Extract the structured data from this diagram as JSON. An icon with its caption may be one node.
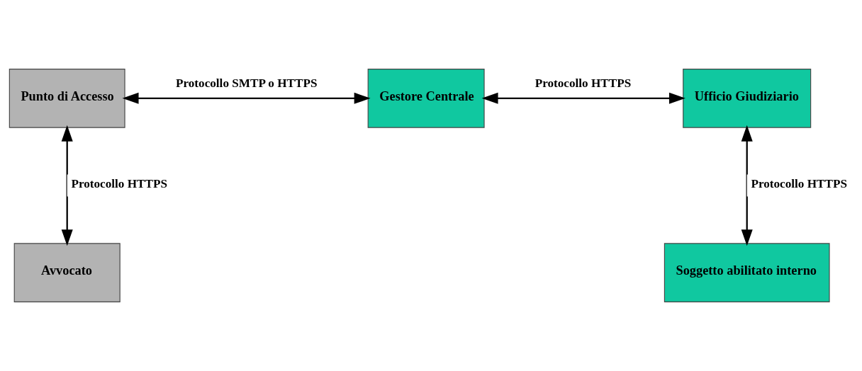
{
  "diagram": {
    "nodes": [
      {
        "text": [
          "Punto di Accesso"
        ]
      },
      {
        "text": [
          "Gestore Centrale"
        ]
      },
      {
        "text": [
          "Ufficio Giudiziario"
        ]
      },
      {
        "text": [
          "Avvocato"
        ]
      },
      {
        "text": [
          "Soggetto abilitato interno"
        ]
      }
    ],
    "edges": [
      {
        "from": 0,
        "to": 1,
        "arrow": "both",
        "label": "Protocollo SMTP o HTTPS"
      },
      {
        "from": 1,
        "to": 2,
        "arrow": "both",
        "label": "Protocollo HTTPS"
      },
      {
        "from": 0,
        "to": 3,
        "arrow": "both",
        "label": "Protocollo HTTPS"
      },
      {
        "from": 2,
        "to": 4,
        "arrow": "both",
        "label": "Protocollo HTTPS"
      }
    ]
  }
}
